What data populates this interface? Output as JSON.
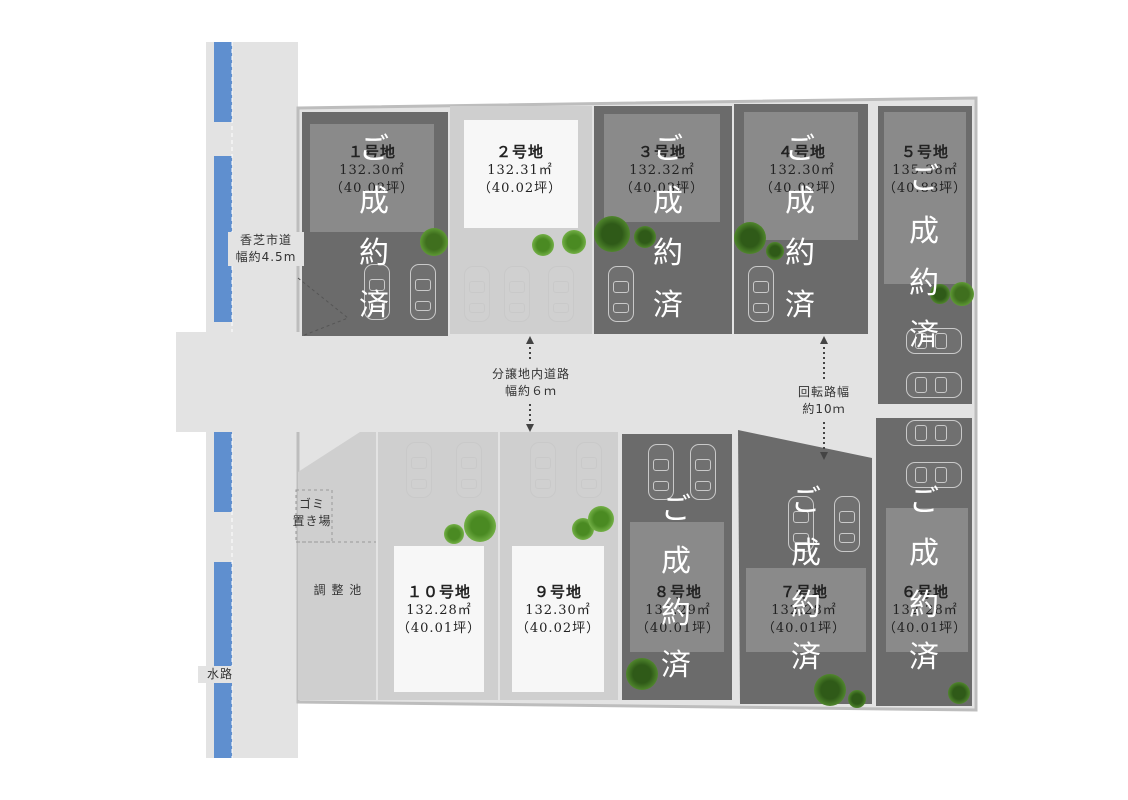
{
  "roads": {
    "city_road": "香芝市道",
    "city_road_width": "幅約4.5m",
    "inner_road": "分譲地内道路",
    "inner_road_width": "幅約６ｍ",
    "turn_area": "回転路幅",
    "turn_area_width": "約10ｍ",
    "waterway": "水路"
  },
  "facilities": {
    "garbage_line1": "ゴミ",
    "garbage_line2": "置き場",
    "pond": "調 整 池"
  },
  "sold_label": [
    "ご",
    "成",
    "約",
    "済"
  ],
  "lots": [
    {
      "num": "１号地",
      "area": "132.30㎡",
      "tsubo": "（40.02坪）",
      "sold": true
    },
    {
      "num": "２号地",
      "area": "132.31㎡",
      "tsubo": "（40.02坪）",
      "sold": false
    },
    {
      "num": "３号地",
      "area": "132.32㎡",
      "tsubo": "（40.03坪）",
      "sold": true
    },
    {
      "num": "４号地",
      "area": "132.30㎡",
      "tsubo": "（40.02坪）",
      "sold": true
    },
    {
      "num": "５号地",
      "area": "135.38㎡",
      "tsubo": "（40.88坪）",
      "sold": true
    },
    {
      "num": "６号地",
      "area": "132.28㎡",
      "tsubo": "（40.01坪）",
      "sold": true
    },
    {
      "num": "７号地",
      "area": "132.28㎡",
      "tsubo": "（40.01坪）",
      "sold": true
    },
    {
      "num": "８号地",
      "area": "132.29㎡",
      "tsubo": "（40.01坪）",
      "sold": true
    },
    {
      "num": "９号地",
      "area": "132.30㎡",
      "tsubo": "（40.02坪）",
      "sold": false
    },
    {
      "num": "１０号地",
      "area": "132.28㎡",
      "tsubo": "（40.01坪）",
      "sold": false
    }
  ],
  "colors": {
    "road": "#e3e3e3",
    "sold_lot": "#6b6b6b",
    "sold_building": "#8a8a8a",
    "available_lot": "#cfcfcf",
    "available_building": "#f7f7f7",
    "water": "#5f8fcf",
    "tree": "#5aa832"
  }
}
